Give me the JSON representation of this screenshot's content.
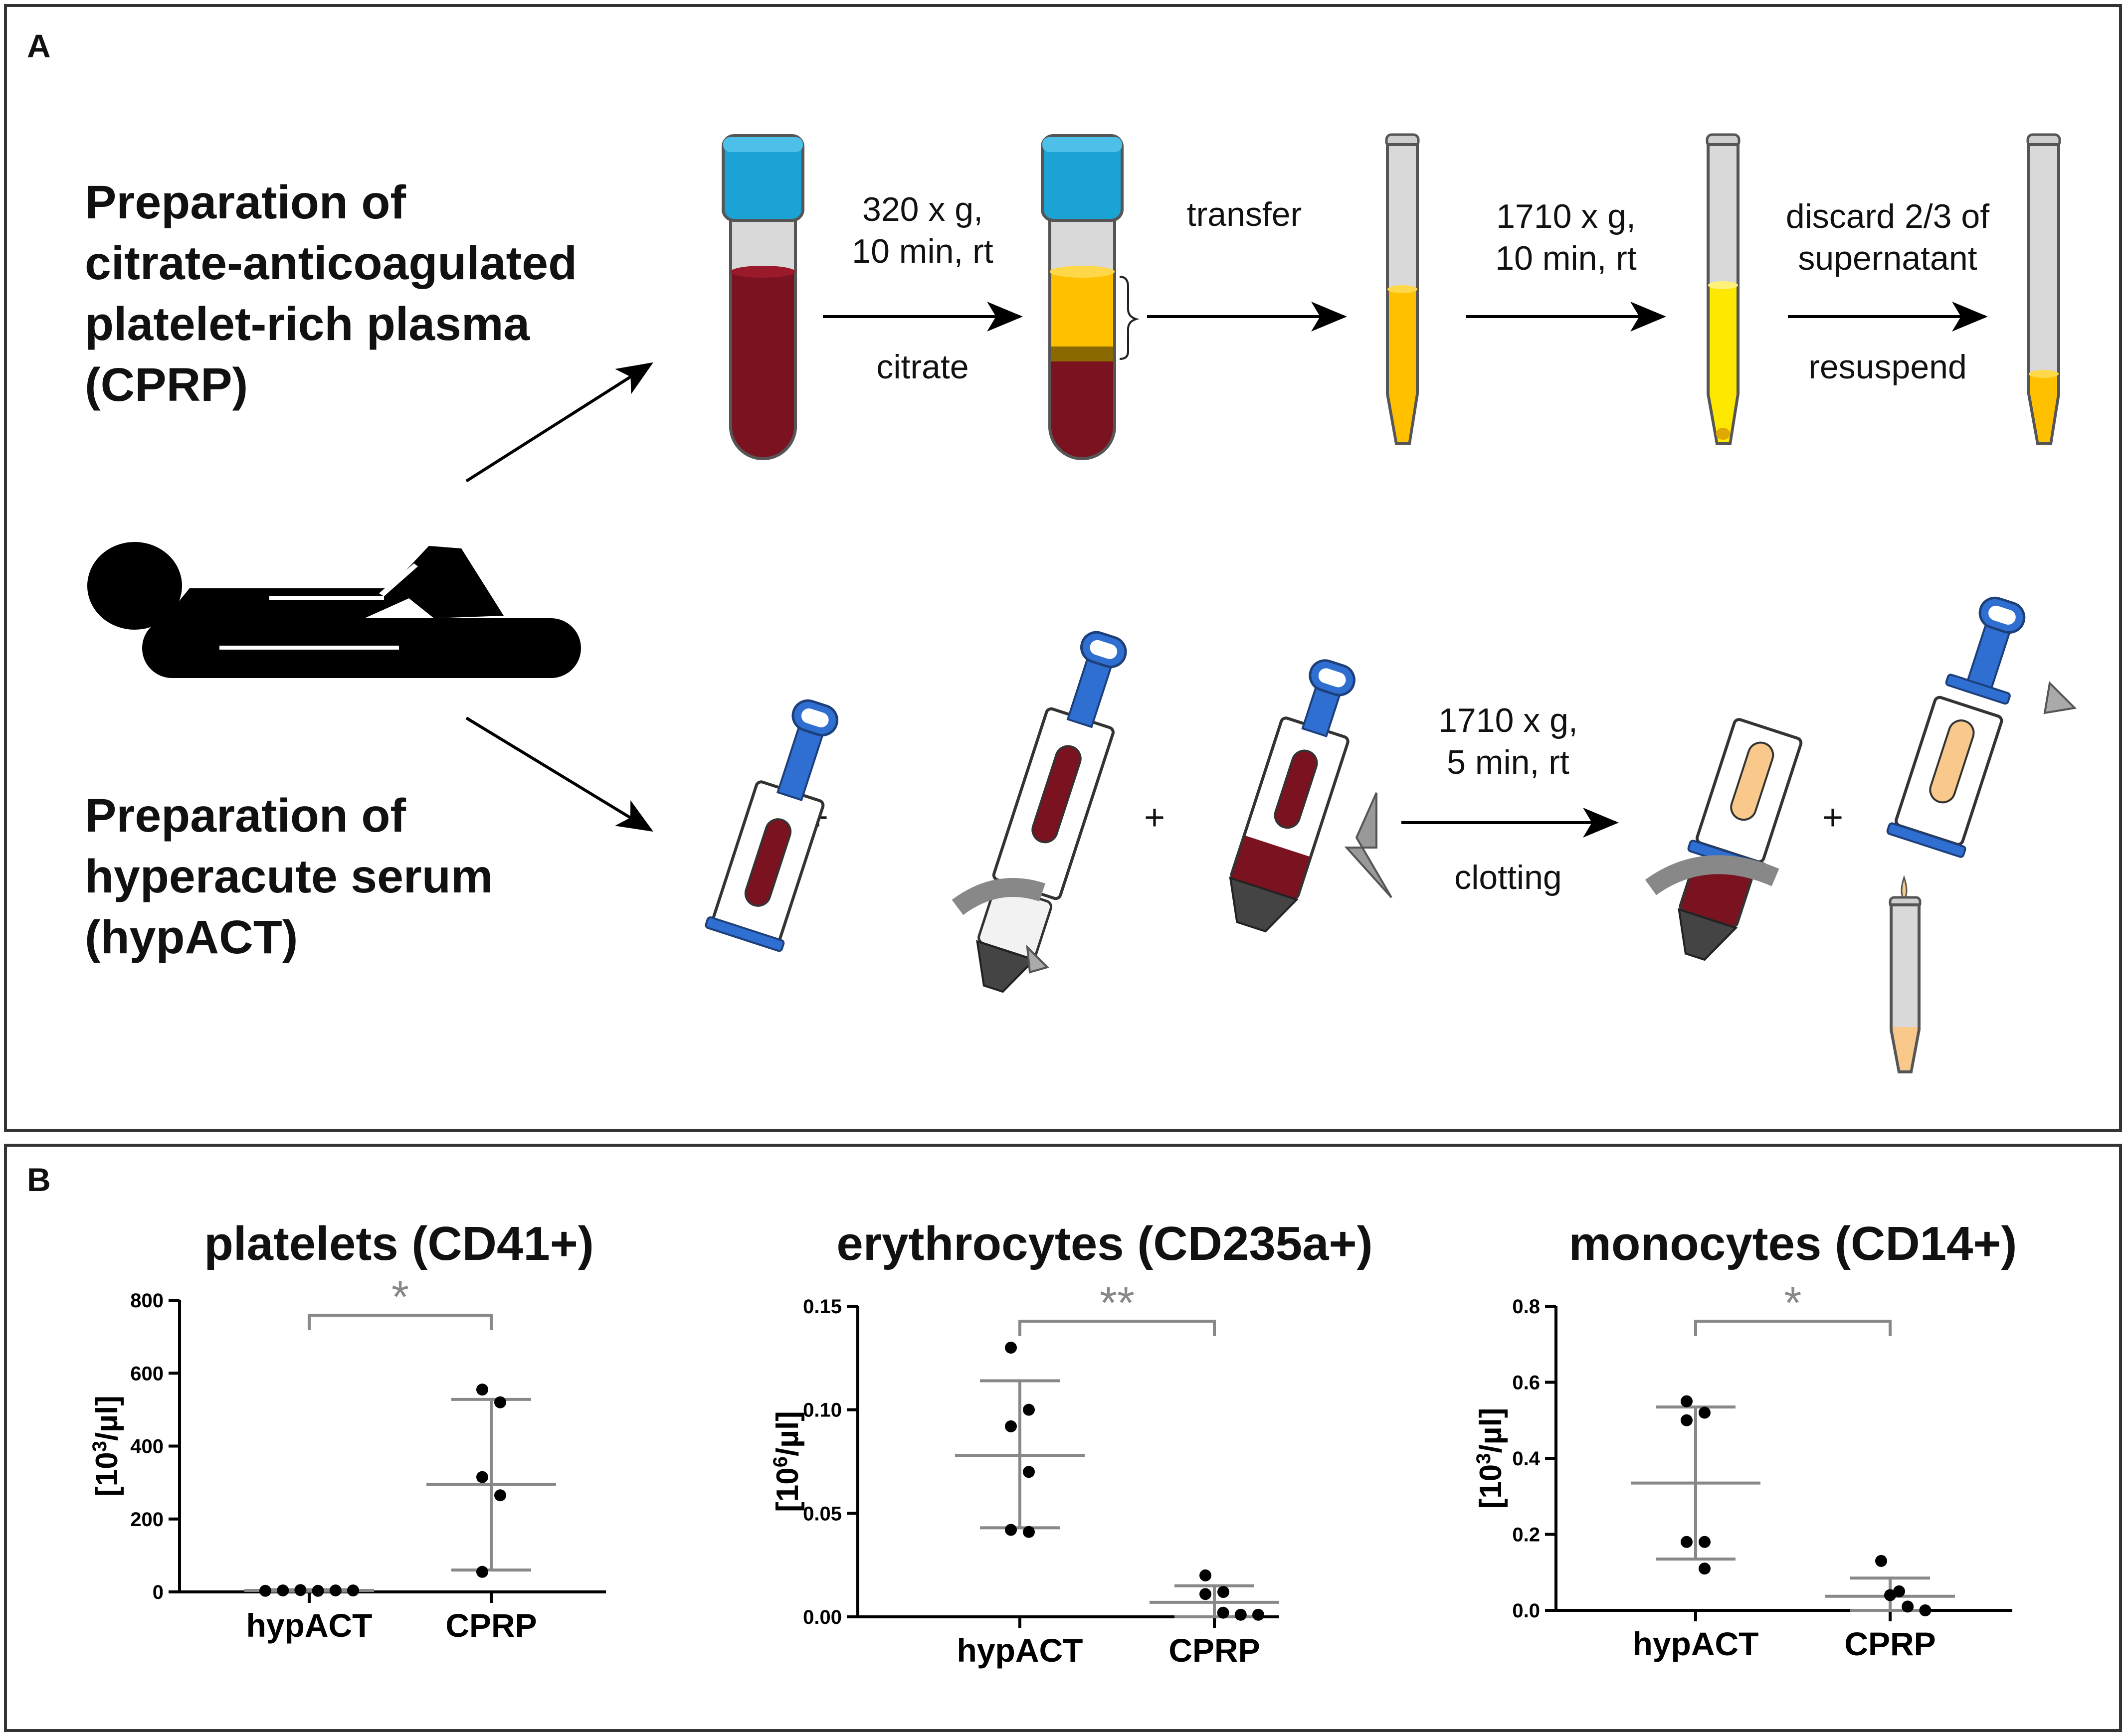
{
  "panelA": {
    "label": "A",
    "cprp_title": [
      "Preparation of",
      "citrate-anticoagulated",
      "platelet-rich plasma",
      "(CPRP)"
    ],
    "hypact_title": [
      "Preparation of",
      "hyperacute serum",
      "(hypACT)"
    ],
    "cprp_steps": [
      {
        "above": [
          "320 x g,",
          "10 min, rt"
        ],
        "below": "citrate"
      },
      {
        "above": [
          "transfer"
        ],
        "below": ""
      },
      {
        "above": [
          "1710 x g,",
          "10 min, rt"
        ],
        "below": ""
      },
      {
        "above": [
          "discard 2/3 of",
          "supernatant"
        ],
        "below": "resuspend"
      }
    ],
    "hypact_step": {
      "above": [
        "1710 x g,",
        "5 min, rt"
      ],
      "below": "clotting"
    },
    "plus": "+",
    "colors": {
      "blood": "#7a1220",
      "plasma": "#ffc000",
      "yellow": "#ffe800",
      "cap": "#1aa3d4",
      "device": "#2f6fd1",
      "tube": "#d9d9d9",
      "serum": "#f8c98a"
    }
  },
  "panelB": {
    "label": "B",
    "chart_data": [
      {
        "type": "scatter",
        "title": "platelets (CD41+)",
        "ylabel_base": "[10",
        "ylabel_exp": "3",
        "ylabel_rest": "/µl]",
        "categories": [
          "hypACT",
          "CPRP"
        ],
        "ylim": [
          0,
          800
        ],
        "yticks": [
          "0",
          "200",
          "400",
          "600",
          "800"
        ],
        "ytick_values": [
          0,
          200,
          400,
          600,
          800
        ],
        "series": [
          {
            "values": [
              3,
              4,
              5,
              3,
              4,
              4
            ],
            "mean": 4,
            "sd_low": 2,
            "sd_high": 6
          },
          {
            "values": [
              555,
              520,
              315,
              265,
              55
            ],
            "mean": 295,
            "sd_low": 60,
            "sd_high": 528
          }
        ],
        "significance": "*"
      },
      {
        "type": "scatter",
        "title": "erythrocytes (CD235a+)",
        "ylabel_base": "[10",
        "ylabel_exp": "6",
        "ylabel_rest": "/µl]",
        "categories": [
          "hypACT",
          "CPRP"
        ],
        "ylim": [
          0,
          0.15
        ],
        "yticks": [
          "0.00",
          "0.05",
          "0.10",
          "0.15"
        ],
        "ytick_values": [
          0,
          0.05,
          0.1,
          0.15
        ],
        "series": [
          {
            "values": [
              0.13,
              0.1,
              0.092,
              0.07,
              0.042,
              0.041
            ],
            "mean": 0.078,
            "sd_low": 0.043,
            "sd_high": 0.114
          },
          {
            "values": [
              0.02,
              0.012,
              0.011,
              0.002,
              0.001,
              0.001
            ],
            "mean": 0.007,
            "sd_low": 0.0,
            "sd_high": 0.015
          }
        ],
        "significance": "**"
      },
      {
        "type": "scatter",
        "title": "monocytes (CD14+)",
        "ylabel_base": "[10",
        "ylabel_exp": "3",
        "ylabel_rest": "/µl]",
        "categories": [
          "hypACT",
          "CPRP"
        ],
        "ylim": [
          0,
          0.8
        ],
        "yticks": [
          "0.0",
          "0.2",
          "0.4",
          "0.6",
          "0.8"
        ],
        "ytick_values": [
          0,
          0.2,
          0.4,
          0.6,
          0.8
        ],
        "series": [
          {
            "values": [
              0.55,
              0.52,
              0.5,
              0.18,
              0.18,
              0.11
            ],
            "mean": 0.335,
            "sd_low": 0.135,
            "sd_high": 0.535
          },
          {
            "values": [
              0.13,
              0.05,
              0.04,
              0.01,
              0.0
            ],
            "mean": 0.037,
            "sd_low": 0.0,
            "sd_high": 0.085
          },
          {
            "values": [],
            "mean": 0,
            "sd_low": 0,
            "sd_high": 0
          }
        ],
        "significance": "*"
      }
    ]
  }
}
